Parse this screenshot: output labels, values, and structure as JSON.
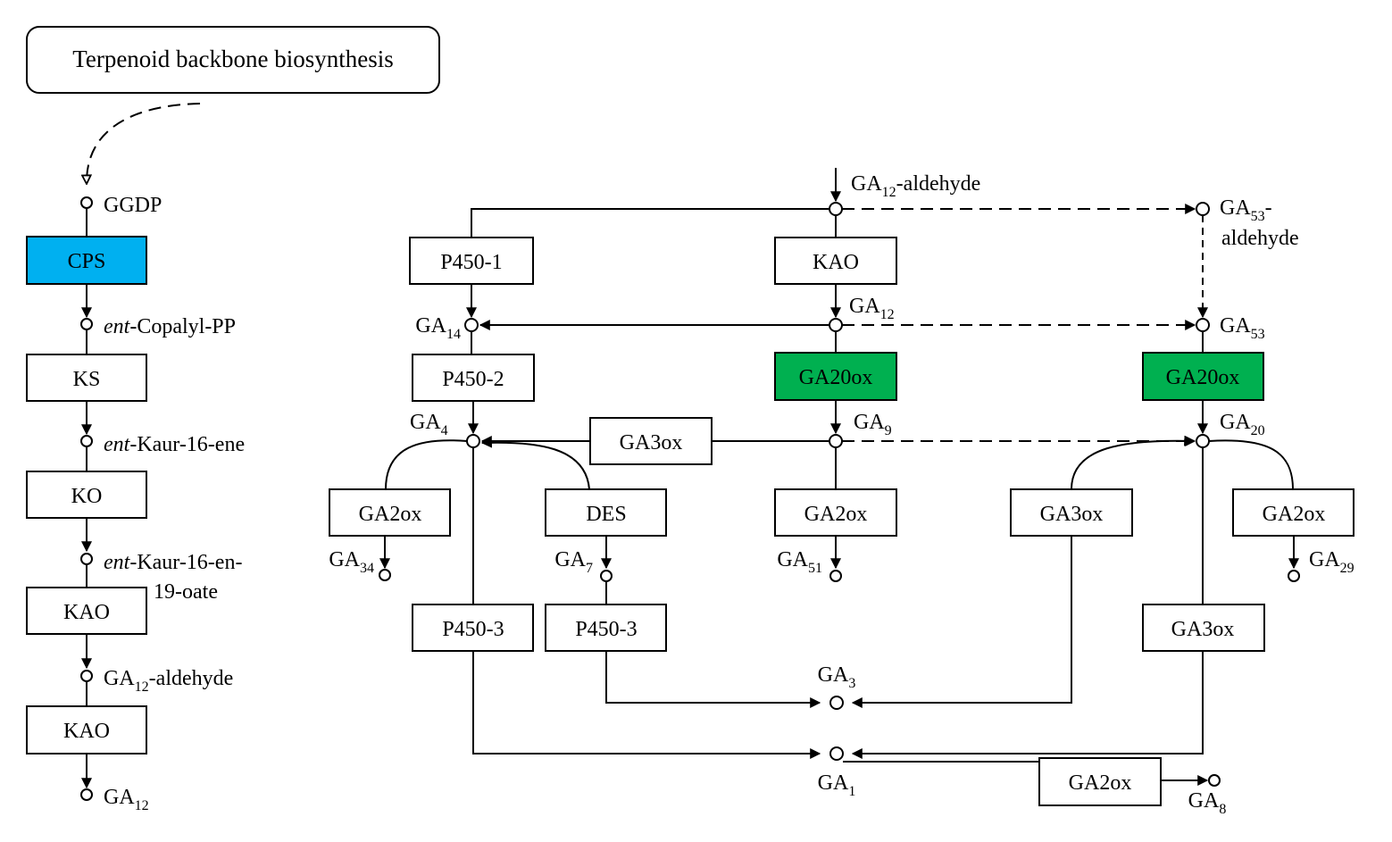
{
  "title": "Terpenoid backbone biosynthesis",
  "enzymes": {
    "cps": "CPS",
    "ks": "KS",
    "ko": "KO",
    "kao_left_1": "KAO",
    "kao_left_2": "KAO",
    "p450_1": "P450-1",
    "kao_main": "KAO",
    "p450_2": "P450-2",
    "ga20ox_mid": "GA20ox",
    "ga20ox_right": "GA20ox",
    "ga3ox_top": "GA3ox",
    "ga2ox_ga4": "GA2ox",
    "des": "DES",
    "ga2ox_ga9": "GA2ox",
    "ga3ox_ga20": "GA3ox",
    "ga2ox_ga20": "GA2ox",
    "p450_3_left": "P450-3",
    "p450_3_right": "P450-3",
    "ga3ox_bottom": "GA3ox",
    "ga2ox_ga1": "GA2ox"
  },
  "metabolites": {
    "ggdp": "GGDP",
    "copalyl_prefix": "ent",
    "copalyl_suffix": "-Copalyl-PP",
    "kaurene_prefix": "ent",
    "kaurene_suffix": "-Kaur-16-ene",
    "kaurenoate_prefix": "ent",
    "kaurenoate_line1": "-Kaur-16-en-",
    "kaurenoate_line2": "19-oate",
    "ga12ald_left": {
      "base": "GA",
      "sub": "12",
      "suffix": "-aldehyde"
    },
    "ga12_left": {
      "base": "GA",
      "sub": "12"
    },
    "ga12ald_top": {
      "base": "GA",
      "sub": "12",
      "suffix": "-aldehyde"
    },
    "ga53ald": {
      "base": "GA",
      "sub": "53",
      "suffix": "-",
      "line2": "aldehyde"
    },
    "ga12": {
      "base": "GA",
      "sub": "12"
    },
    "ga14": {
      "base": "GA",
      "sub": "14"
    },
    "ga53": {
      "base": "GA",
      "sub": "53"
    },
    "ga4": {
      "base": "GA",
      "sub": "4"
    },
    "ga9": {
      "base": "GA",
      "sub": "9"
    },
    "ga20": {
      "base": "GA",
      "sub": "20"
    },
    "ga34": {
      "base": "GA",
      "sub": "34"
    },
    "ga7": {
      "base": "GA",
      "sub": "7"
    },
    "ga51": {
      "base": "GA",
      "sub": "51"
    },
    "ga29": {
      "base": "GA",
      "sub": "29"
    },
    "ga3": {
      "base": "GA",
      "sub": "3"
    },
    "ga1": {
      "base": "GA",
      "sub": "1"
    },
    "ga8": {
      "base": "GA",
      "sub": "8"
    }
  },
  "colors": {
    "cps_fill": "#00b0f0",
    "ga20ox_fill": "#00b050"
  }
}
